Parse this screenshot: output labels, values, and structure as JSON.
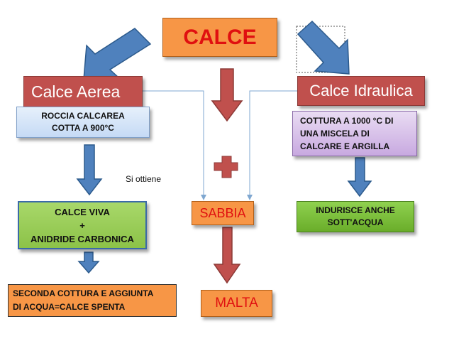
{
  "title": "CALCE",
  "colors": {
    "orange": "#f79646",
    "red_text": "#e01010",
    "dark_red": "#c0504d",
    "blue_arrow": "#4f81bd",
    "red_arrow": "#c0504d"
  },
  "left": {
    "header": "Calce Aerea",
    "step1": "ROCCIA CALCAREA\nCOTTA A 900°C",
    "step2": "CALCE VIVA\n+\nANIDRIDE CARBONICA",
    "step3": "SECONDA COTTURA E AGGIUNTA\nDI ACQUA=CALCE SPENTA"
  },
  "center": {
    "plus": "+",
    "sabbia": "SABBIA",
    "malta": "MALTA",
    "note": "Si ottiene"
  },
  "right": {
    "header": "Calce Idraulica",
    "step1": "COTTURA A 1000  °C  DI\nUNA MISCELA DI\nCALCARE E ARGILLA",
    "step2": "INDURISCE ANCHE\nSOTT'ACQUA"
  }
}
